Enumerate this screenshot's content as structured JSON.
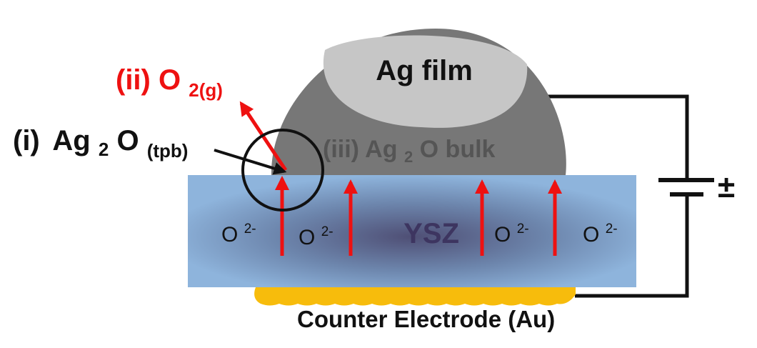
{
  "labels": {
    "ag_film": "Ag film",
    "ii_prefix": "(ii)",
    "o2_main": "O",
    "o2_sub": "2(g)",
    "i_prefix": "(i)",
    "ag2o_ag": "Ag",
    "ag2o_two": "2",
    "ag2o_o": "O",
    "ag2o_sub": "(tpb)",
    "iii_prefix": "(iii)",
    "bulk_ag": "Ag",
    "bulk_two": "2",
    "bulk_rest": "O bulk",
    "ysz": "YSZ",
    "o_ion_1": "O",
    "o_ion_2": "O",
    "o_ion_3": "O",
    "o_ion_4": "O",
    "ion_charge": "2-",
    "plus_minus": "±",
    "counter_electrode": "Counter Electrode (Au)"
  },
  "colors": {
    "arrow_red": "#ee1111",
    "text_black": "#111111",
    "ysz_fill_light": "#8eb4dc",
    "ysz_fill_dark": "#4f4f75",
    "ysz_text": "#3d3560",
    "film_dark": "#777777",
    "film_light": "#c6c6c6",
    "bulk_text": "#555555",
    "gold": "#f7bc0c"
  }
}
